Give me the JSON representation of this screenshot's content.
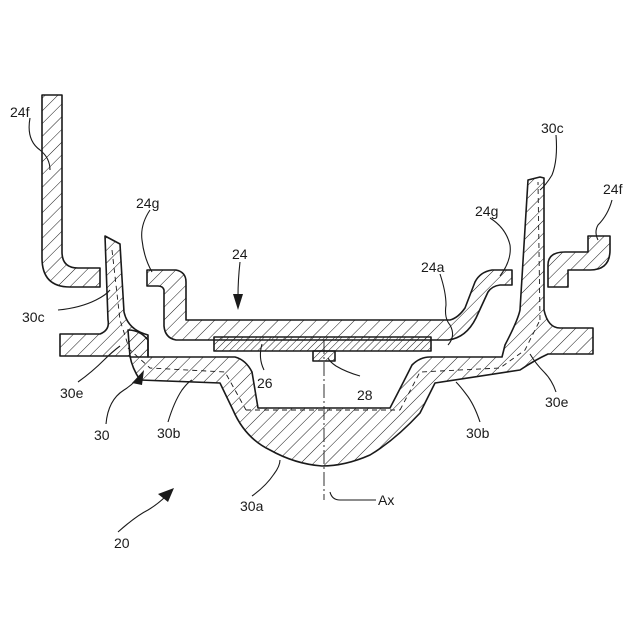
{
  "labels": {
    "l_24f_left": "24f",
    "l_24f_right": "24f",
    "l_30c_left": "30c",
    "l_30c_right": "30c",
    "l_24g_left": "24g",
    "l_24g_right": "24g",
    "l_24": "24",
    "l_24a": "24a",
    "l_26": "26",
    "l_28": "28",
    "l_30e_left": "30e",
    "l_30e_right": "30e",
    "l_30": "30",
    "l_30b_left": "30b",
    "l_30b_right": "30b",
    "l_30a": "30a",
    "l_ax": "Ax",
    "l_20": "20"
  }
}
